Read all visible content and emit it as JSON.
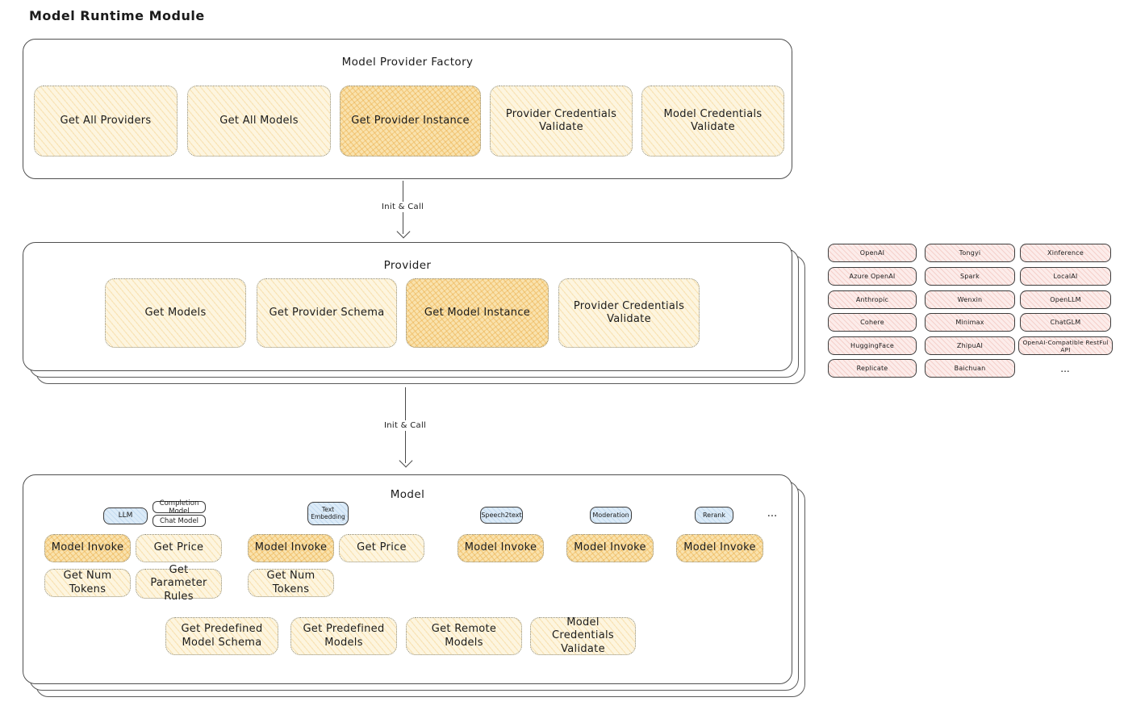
{
  "page": {
    "title": "Model Runtime Module"
  },
  "colors": {
    "button_yellow": "#fdf5df",
    "button_highlight_orange": "#f9e2ad",
    "chip_pink": "#fcecea",
    "tag_blue": "#dcebf8",
    "ink": "#1b1b1b"
  },
  "factory": {
    "title": "Model Provider Factory",
    "buttons": [
      {
        "label": "Get All Providers",
        "highlighted": false
      },
      {
        "label": "Get All Models",
        "highlighted": false
      },
      {
        "label": "Get Provider Instance",
        "highlighted": true
      },
      {
        "label": "Provider Credentials Validate",
        "highlighted": false
      },
      {
        "label": "Model Credentials Validate",
        "highlighted": false
      }
    ]
  },
  "arrows": {
    "top": {
      "label": "Init & Call"
    },
    "bottom": {
      "label": "Init & Call"
    }
  },
  "provider": {
    "title": "Provider",
    "buttons": [
      {
        "label": "Get Models",
        "highlighted": false
      },
      {
        "label": "Get Provider Schema",
        "highlighted": false
      },
      {
        "label": "Get Model Instance",
        "highlighted": true
      },
      {
        "label": "Provider Credentials Validate",
        "highlighted": false
      }
    ]
  },
  "providers_grid": {
    "items": [
      "OpenAI",
      "Tongyi",
      "Xinference",
      "Azure OpenAI",
      "Spark",
      "LocalAI",
      "Anthropic",
      "Wenxin",
      "OpenLLM",
      "Cohere",
      "Minimax",
      "ChatGLM",
      "HuggingFace",
      "ZhipuAI",
      "OpenAI-Compatible RestFul API",
      "Replicate",
      "Baichuan",
      "..."
    ]
  },
  "model": {
    "title": "Model",
    "type_tags": [
      {
        "label": "LLM"
      },
      {
        "label": "Completion Model"
      },
      {
        "label": "Chat Model"
      },
      {
        "label": "Text Embedding"
      },
      {
        "label": "Speech2text"
      },
      {
        "label": "Moderation"
      },
      {
        "label": "Rerank"
      },
      {
        "label": "..."
      }
    ],
    "buttons": [
      {
        "label": "Model Invoke",
        "highlighted": true
      },
      {
        "label": "Get Price",
        "highlighted": false
      },
      {
        "label": "Model Invoke",
        "highlighted": true
      },
      {
        "label": "Get Price",
        "highlighted": false
      },
      {
        "label": "Model Invoke",
        "highlighted": true
      },
      {
        "label": "Model Invoke",
        "highlighted": true
      },
      {
        "label": "Model Invoke",
        "highlighted": true
      },
      {
        "label": "Get Num Tokens",
        "highlighted": false
      },
      {
        "label": "Get Parameter Rules",
        "highlighted": false
      },
      {
        "label": "Get Num Tokens",
        "highlighted": false
      }
    ],
    "bottom_buttons": [
      {
        "label": "Get Predefined Model Schema"
      },
      {
        "label": "Get Predefined Models"
      },
      {
        "label": "Get Remote Models"
      },
      {
        "label": "Model Credentials Validate"
      }
    ]
  }
}
